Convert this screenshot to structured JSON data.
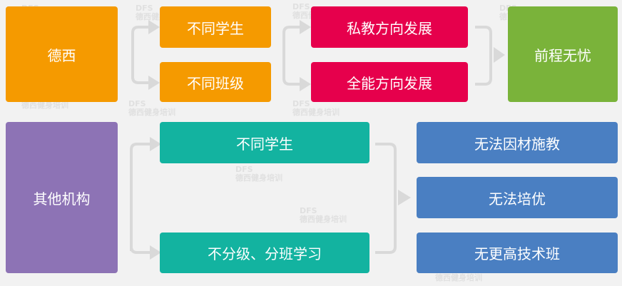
{
  "colors": {
    "orange": "#f59a00",
    "crimson": "#e6004c",
    "green": "#7ab33a",
    "purple": "#8d73b5",
    "teal": "#13b3a0",
    "blue": "#4a7fc2",
    "arrow": "#d9d9d9"
  },
  "top": {
    "source": "德西",
    "students": "不同学生",
    "classes": "不同班级",
    "private": "私教方向发展",
    "allround": "全能方向发展",
    "result": "前程无忧"
  },
  "bottom": {
    "source": "其他机构",
    "students": "不同学生",
    "mixed": "不分级、分班学习",
    "issue_1": "无法因材施教",
    "issue_2": "无法培优",
    "issue_3": "无更高技术班"
  },
  "watermark": {
    "logo": "DFS",
    "text": "德西健身培训"
  }
}
